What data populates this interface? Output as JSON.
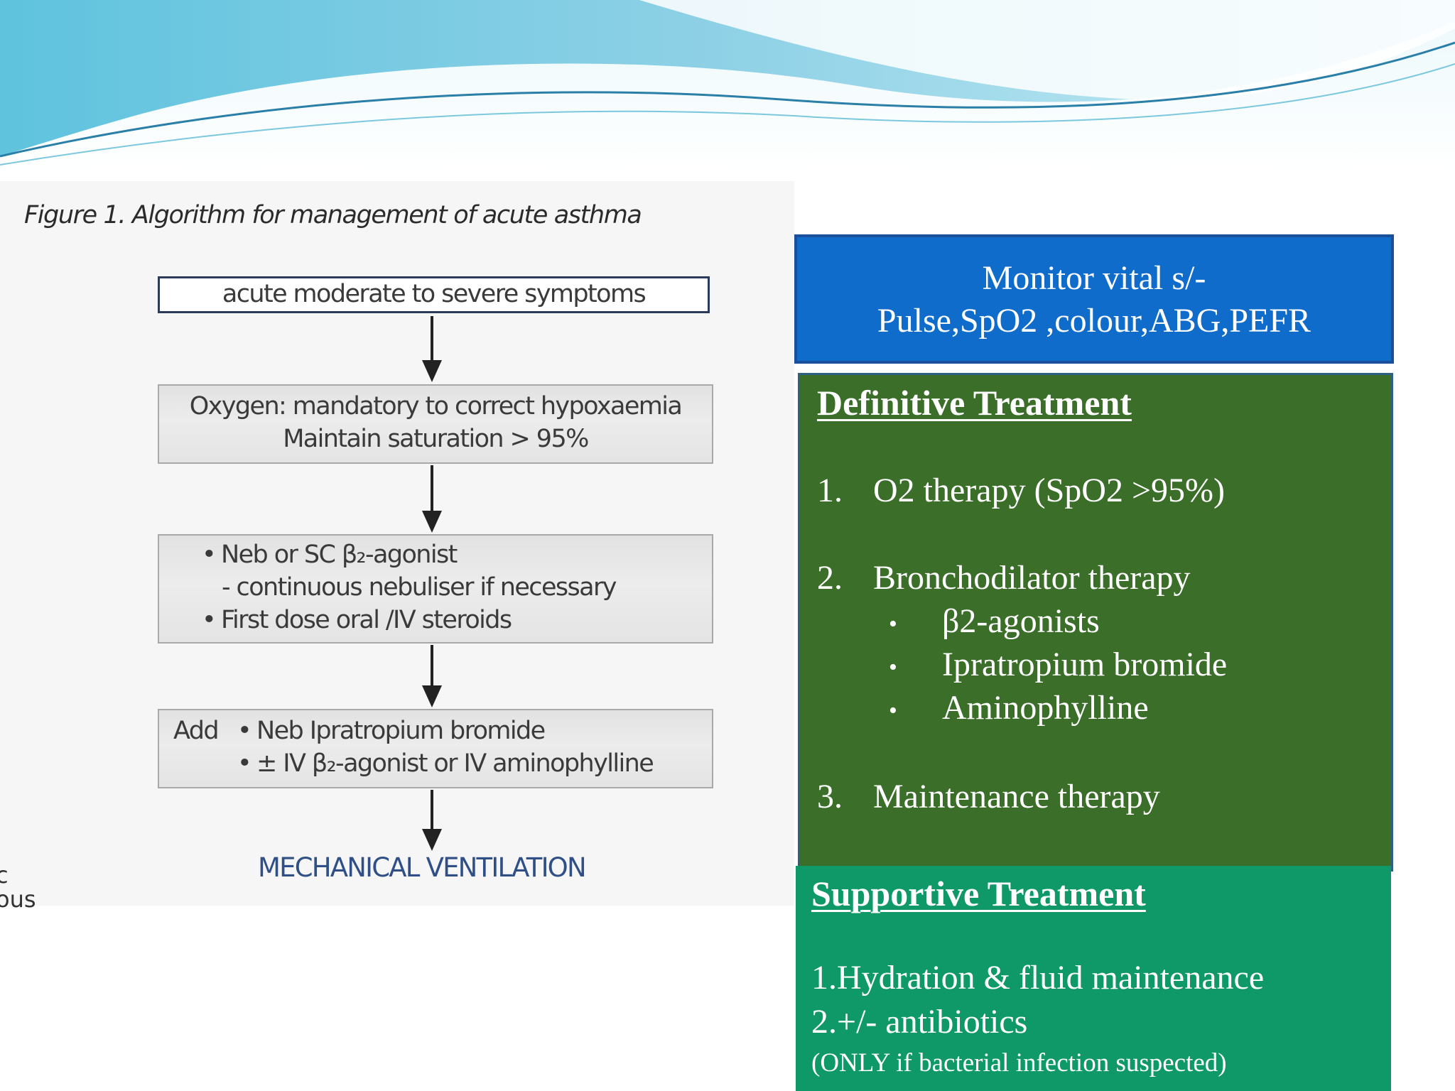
{
  "flowchart": {
    "caption": "Figure 1. Algorithm for management of acute asthma",
    "step1": "acute moderate to severe symptoms",
    "step2_line1": "Oxygen: mandatory to correct hypoxaemia",
    "step2_line2": "Maintain saturation > 95%",
    "step3_bullet1": "Neb or SC β₂-agonist",
    "step3_sub": "- continuous nebuliser if necessary",
    "step3_bullet2": "First dose oral /IV steroids",
    "step4_label": "Add",
    "step4_bullet1": "Neb Ipratropium bromide",
    "step4_bullet2": "± IV β₂-agonist or IV aminophylline",
    "final": "MECHANICAL VENTILATION",
    "cut_text_1": "c",
    "cut_text_2": "ous"
  },
  "monitor": {
    "line1": "Monitor  vital s/-",
    "line2": "Pulse,SpO2 ,colour,ABG,PEFR"
  },
  "definitive": {
    "heading": "Definitive Treatment",
    "items": [
      {
        "num": "1.",
        "text": "O2 therapy (SpO2 >95%)"
      },
      {
        "num": "2.",
        "text": "Bronchodilator therapy"
      },
      {
        "num": "3.",
        "text": "Maintenance therapy"
      }
    ],
    "subitems": [
      "β2-agonists",
      "Ipratropium bromide",
      "Aminophylline"
    ],
    "bullet": "•"
  },
  "supportive": {
    "heading": "Supportive Treatment",
    "line1": "1.Hydration & fluid maintenance",
    "line2": "2.+/- antibiotics",
    "note": "(ONLY if  bacterial infection suspected)"
  },
  "colors": {
    "monitor_bg": "#0f6ccb",
    "definitive_bg": "#3a6e29",
    "supportive_bg": "#0f9968",
    "final_text": "#2f4f86"
  }
}
